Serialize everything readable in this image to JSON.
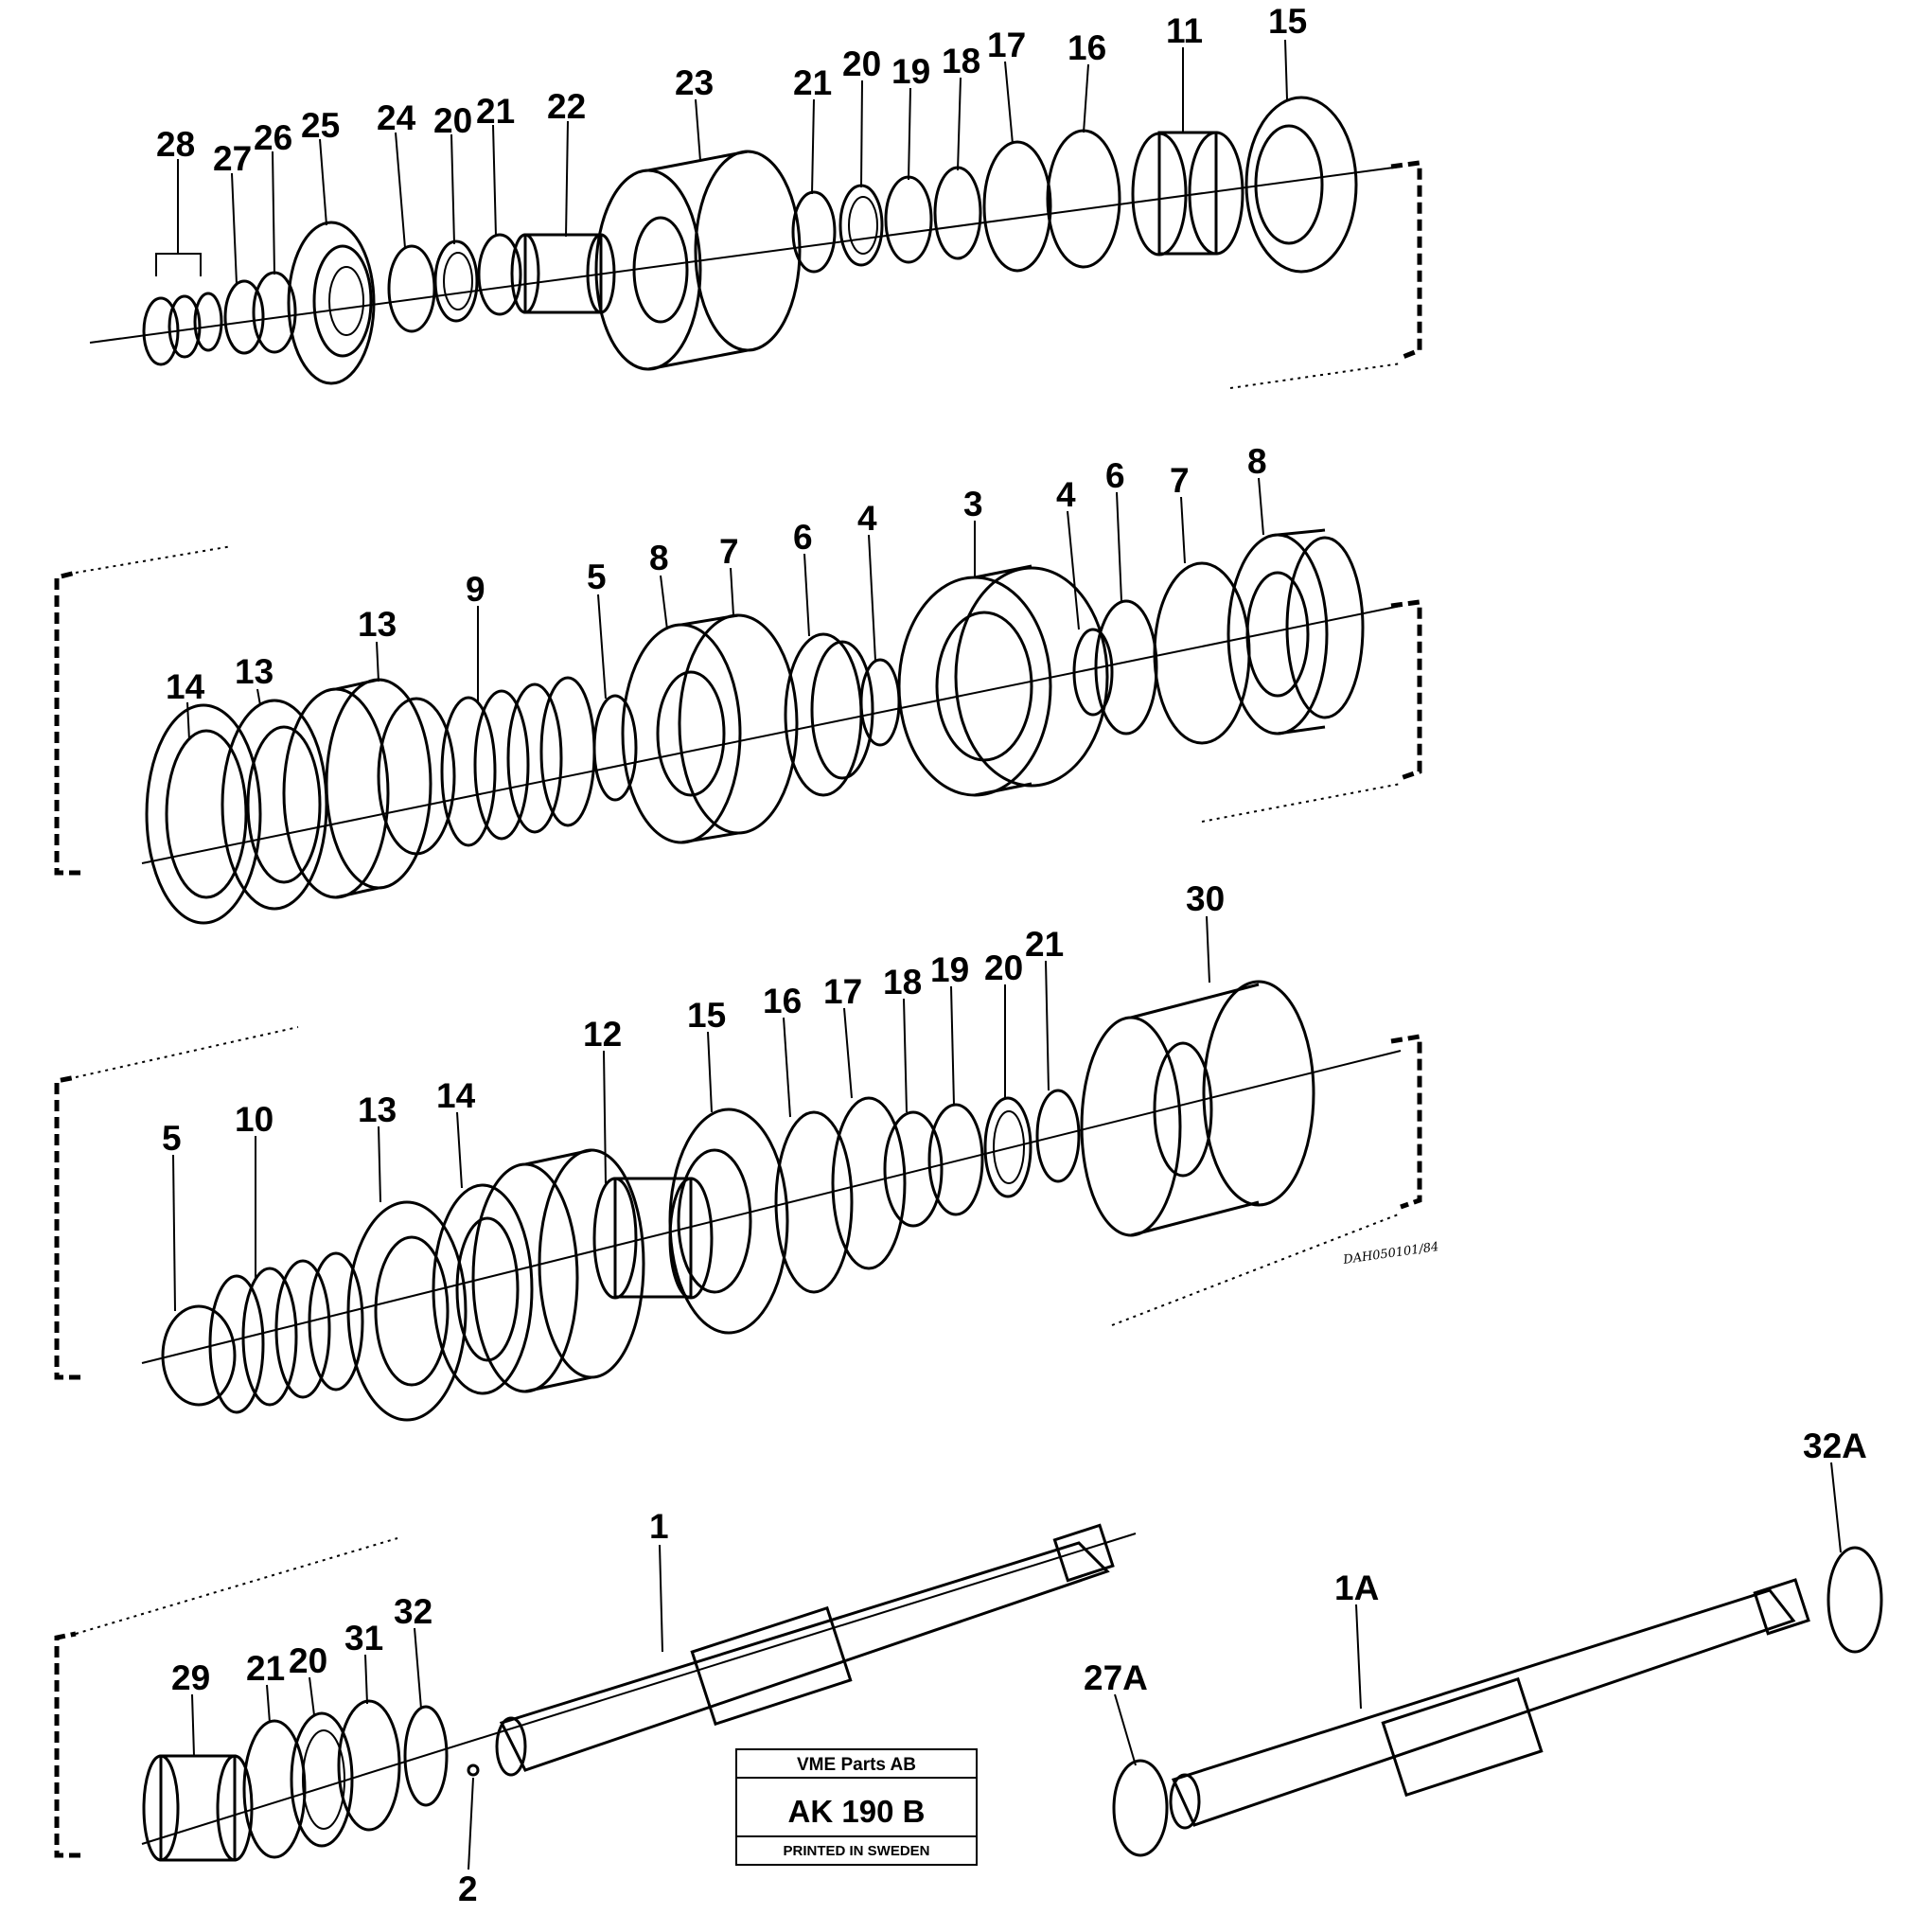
{
  "drawing": {
    "stamp": {
      "company": "VME Parts AB",
      "code": "AK 190 B",
      "printed": "PRINTED IN SWEDEN"
    },
    "rows": [
      {
        "id": "row-1",
        "callouts": [
          "28",
          "27",
          "26",
          "25",
          "24",
          "20",
          "21",
          "22",
          "23",
          "21",
          "20",
          "19",
          "18",
          "17",
          "16",
          "11",
          "15"
        ]
      },
      {
        "id": "row-2",
        "callouts": [
          "14",
          "13",
          "13",
          "9",
          "5",
          "8",
          "7",
          "6",
          "4",
          "3",
          "4",
          "6",
          "7",
          "8"
        ]
      },
      {
        "id": "row-3",
        "callouts": [
          "5",
          "10",
          "13",
          "14",
          "12",
          "15",
          "16",
          "17",
          "18",
          "19",
          "20",
          "21",
          "30"
        ]
      },
      {
        "id": "row-4",
        "callouts": [
          "29",
          "21",
          "20",
          "31",
          "32",
          "2",
          "1",
          "27A",
          "1A",
          "32A"
        ]
      }
    ]
  }
}
